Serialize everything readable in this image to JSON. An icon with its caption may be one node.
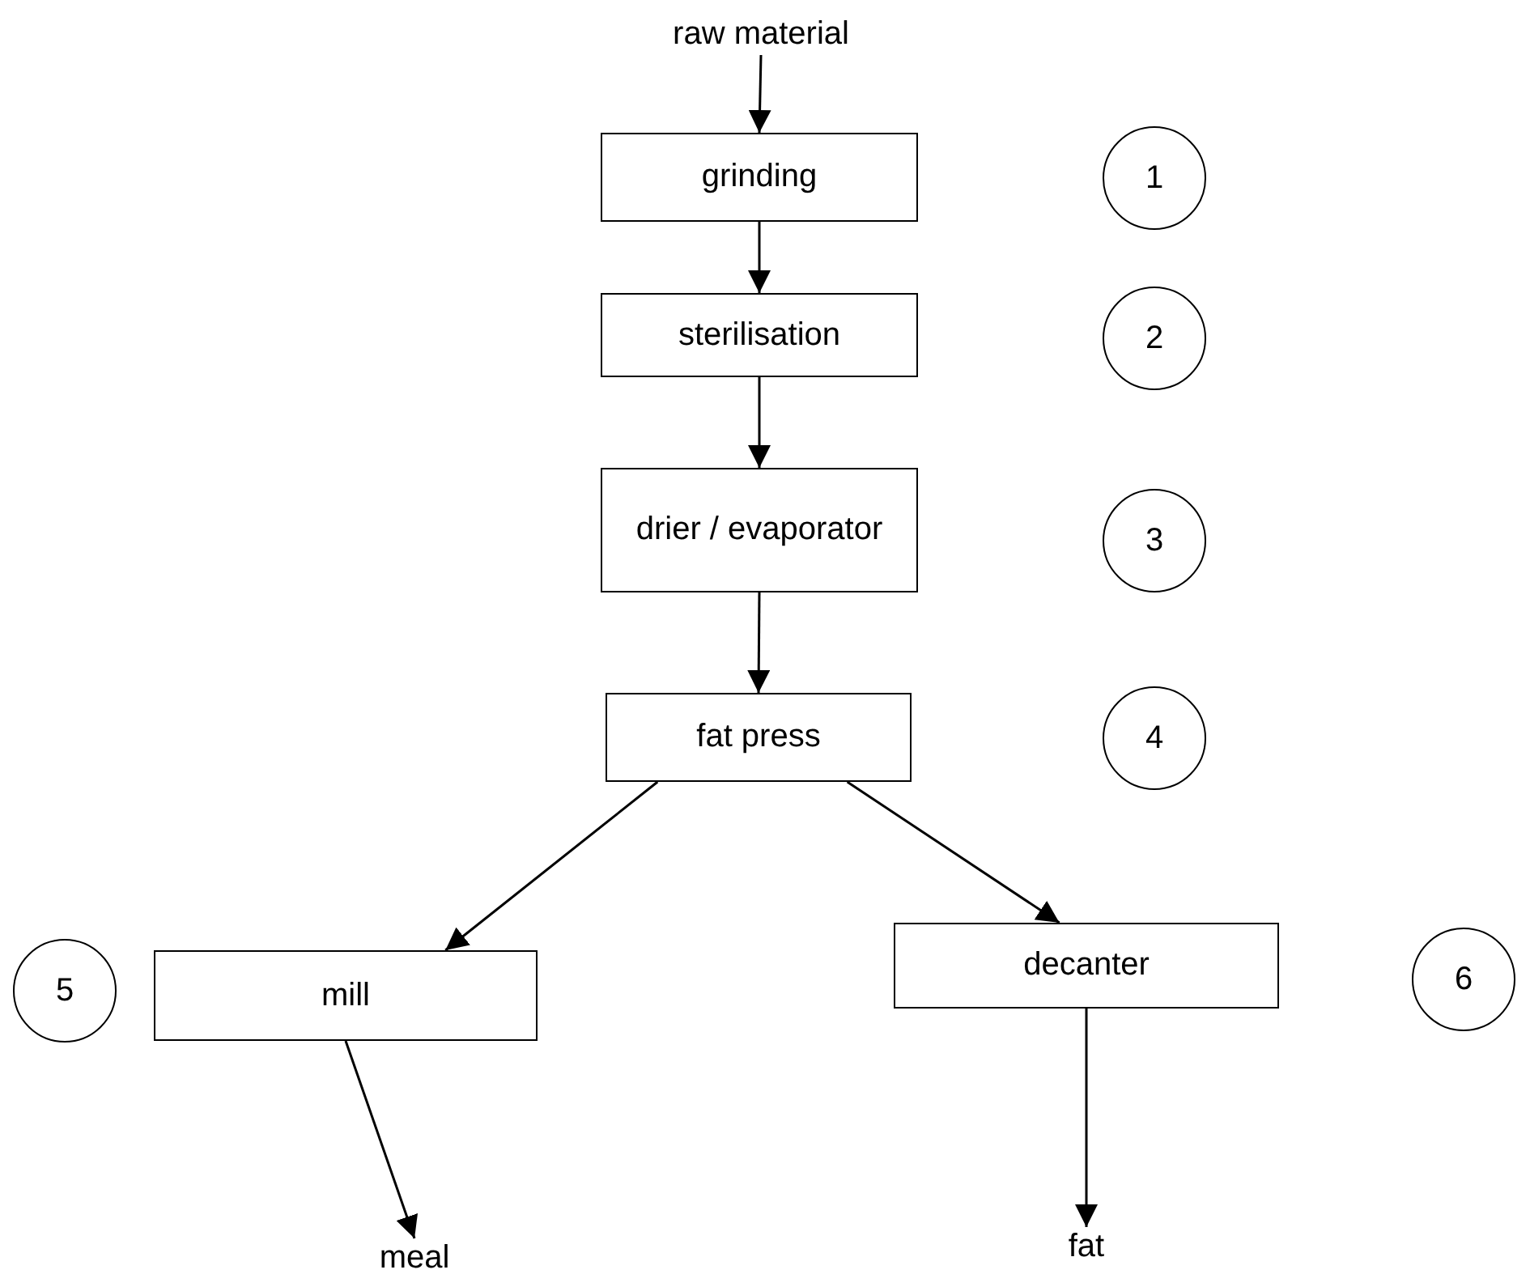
{
  "diagram": {
    "nodes": [
      {
        "text": [
          "raw material"
        ]
      },
      {
        "text": [
          "grinding"
        ]
      },
      {
        "text": [
          "1"
        ]
      },
      {
        "text": [
          "sterilisation"
        ]
      },
      {
        "text": [
          "2"
        ]
      },
      {
        "text": [
          "drier / evaporator"
        ]
      },
      {
        "text": [
          "3"
        ]
      },
      {
        "text": [
          "fat press"
        ]
      },
      {
        "text": [
          "4"
        ]
      },
      {
        "text": [
          "5"
        ]
      },
      {
        "text": [
          "mill"
        ]
      },
      {
        "text": [
          "decanter"
        ]
      },
      {
        "text": [
          "6"
        ]
      },
      {
        "text": [
          "meal"
        ]
      },
      {
        "text": [
          "fat"
        ]
      }
    ],
    "edges": [
      {
        "from": 0,
        "to": 1,
        "arrow": "to"
      },
      {
        "from": 1,
        "to": 3,
        "arrow": "to"
      },
      {
        "from": 3,
        "to": 5,
        "arrow": "to"
      },
      {
        "from": 5,
        "to": 7,
        "arrow": "to"
      },
      {
        "from": 7,
        "to": 10,
        "arrow": "to"
      },
      {
        "from": 7,
        "to": 11,
        "arrow": "to"
      },
      {
        "from": 10,
        "to": 13,
        "arrow": "to"
      },
      {
        "from": 11,
        "to": 14,
        "arrow": "to"
      }
    ]
  }
}
